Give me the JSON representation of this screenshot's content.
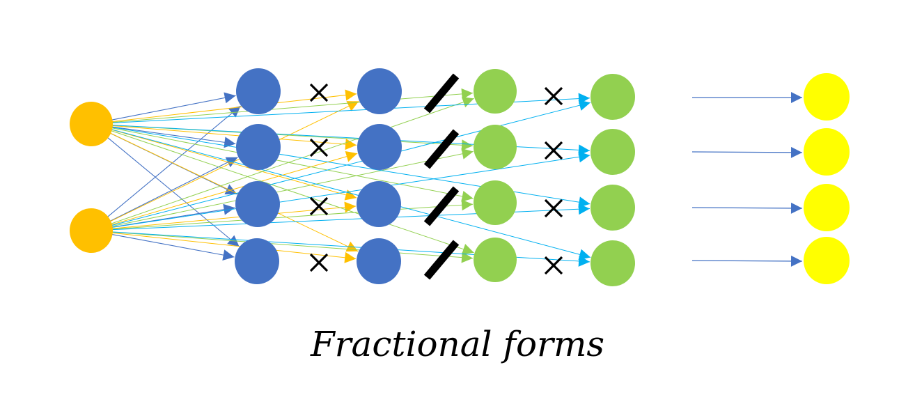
{
  "caption": "Fractional forms",
  "colors": {
    "input": "#FFC000",
    "layer_blue": "#4472C4",
    "layer_green": "#92D050",
    "output": "#FFFF00",
    "edge_blue": "#4472C4",
    "edge_orange": "#FFC000",
    "edge_green": "#92D050",
    "edge_cyan": "#00B0F0",
    "operator": "#000000"
  },
  "layers": [
    {
      "id": "input",
      "count": 2,
      "color": "input"
    },
    {
      "id": "blue-a",
      "count": 4,
      "color": "layer_blue"
    },
    {
      "id": "blue-b",
      "count": 4,
      "color": "layer_blue"
    },
    {
      "id": "green-a",
      "count": 4,
      "color": "layer_green"
    },
    {
      "id": "green-b",
      "count": 4,
      "color": "layer_green"
    },
    {
      "id": "output",
      "count": 4,
      "color": "output"
    }
  ],
  "operators": [
    {
      "between": "blue-a/blue-b",
      "symbol": "multiply"
    },
    {
      "between": "blue-b/green-a",
      "symbol": "divide"
    },
    {
      "between": "green-a/green-b",
      "symbol": "multiply"
    }
  ]
}
